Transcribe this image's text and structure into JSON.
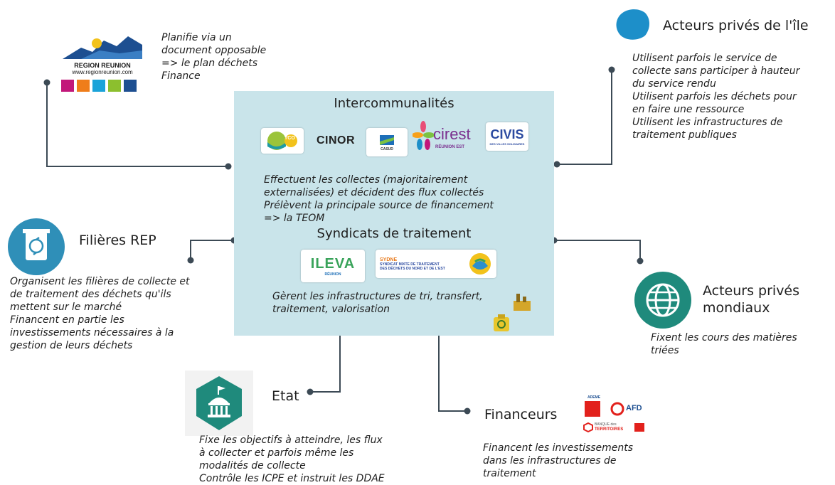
{
  "region": {
    "logo_name": "REGION REUNION",
    "logo_url": "www.regionreunion.com",
    "text": "Planifie via un\ndocument opposable\n=> le plan déchets\nFinance",
    "swatches": [
      "#c2177a",
      "#ef7d1a",
      "#1aa3d9",
      "#8cbf2e",
      "#1d4f91"
    ]
  },
  "prives_ile": {
    "title": "Acteurs privés de l'île",
    "text": "Utilisent parfois le service de\ncollecte sans participer à hauteur\ndu service rendu\nUtilisent parfois les déchets pour\nen faire une ressource\nUtilisent les infrastructures de\ntraitement publiques"
  },
  "center": {
    "title": "Intercommunalités",
    "logos": [
      "TCO",
      "CINOR",
      "CASUD",
      "cirest",
      "CIVIS"
    ],
    "cirest_sub": "RÉUNION EST",
    "civis_sub": "DES VILLES SOLIDAIRES",
    "text": "Effectuent les collectes (majoritairement\nexternalisées) et décident des flux collectés\nPrélèvent la principale source de financement\n=> la TEOM",
    "syndicats_title": "Syndicats de traitement",
    "ileva": "ILEVA",
    "ileva_sub": "RÉUNION",
    "sydne": "SYDNE",
    "sydne_sub": "SYNDICAT MIXTE DE TRAITEMENT\nDES DÉCHETS DU NORD ET DE L'EST",
    "syndicats_text": "Gèrent les infrastructures de tri, transfert,\ntraitement, valorisation"
  },
  "rep": {
    "title": "Filières REP",
    "text": "Organisent les filières de collecte et\nde traitement des déchets qu'ils\nmettent sur le marché\nFinancent en partie les\ninvestissements nécessaires à la\ngestion de leurs déchets"
  },
  "mondiaux": {
    "title": "Acteurs privés\nmondiaux",
    "text": "Fixent les cours des matières\ntriées"
  },
  "etat": {
    "title": "Etat",
    "text": "Fixe les objectifs à atteindre, les flux\nà collecter et parfois même les\nmodalités de collecte\nContrôle les ICPE et instruit les DDAE"
  },
  "financeurs": {
    "title": "Financeurs",
    "text": "Financent les investissements\ndans les infrastructures de\ntraitement",
    "ademe": "ADEME",
    "afd": "AFD",
    "banque1": "BANQUE des",
    "banque2": "TERRITOIRES"
  },
  "colors": {
    "box": "#c9e4ea",
    "line": "#3c4a55",
    "icon_blue": "#2f8fb8",
    "icon_teal": "#1f8a7c",
    "reunion_blue": "#1d8fc9"
  }
}
